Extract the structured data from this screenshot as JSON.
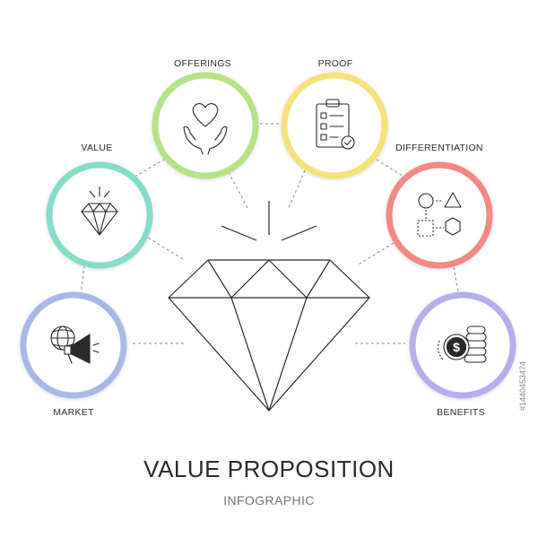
{
  "title": "VALUE PROPOSITION",
  "subtitle": "INFOGRAPHIC",
  "stock_id": "#1440453474",
  "colors": {
    "offerings": "#b7e28a",
    "proof": "#f5e27a",
    "value": "#86dcc8",
    "differentiation": "#f08a84",
    "market": "#a9b9e6",
    "benefits": "#b4b0ee",
    "line": "#2a2a2a",
    "dash": "#8a8a8a"
  },
  "nodes": [
    {
      "id": "offerings",
      "label": "OFFERINGS",
      "icon": "heart-in-hands-icon"
    },
    {
      "id": "proof",
      "label": "PROOF",
      "icon": "clipboard-checklist-icon"
    },
    {
      "id": "value",
      "label": "VALUE",
      "icon": "diamond-icon"
    },
    {
      "id": "differentiation",
      "label": "DIFFERENTIATION",
      "icon": "geometric-shapes-icon"
    },
    {
      "id": "market",
      "label": "MARKET",
      "icon": "globe-megaphone-icon"
    },
    {
      "id": "benefits",
      "label": "BENEFITS",
      "icon": "coins-dollar-icon"
    }
  ]
}
